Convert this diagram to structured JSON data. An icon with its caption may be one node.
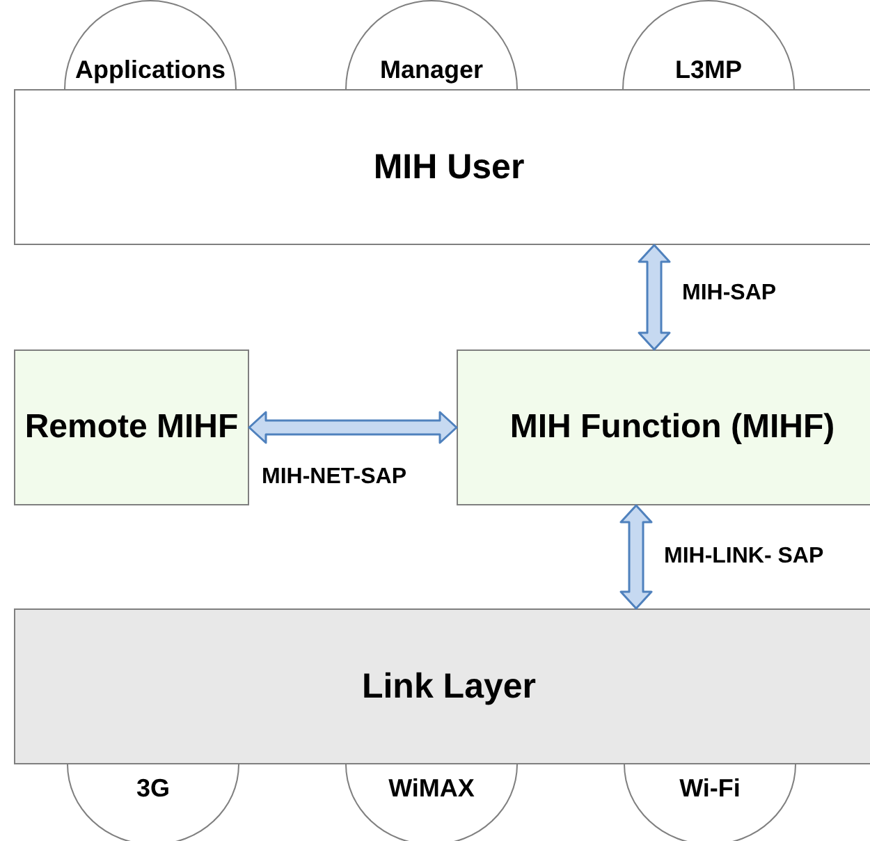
{
  "diagram": {
    "nodes": [
      {
        "text": [
          "MIH User"
        ]
      },
      {
        "text": [
          "Applications"
        ]
      },
      {
        "text": [
          "Manager"
        ]
      },
      {
        "text": [
          "L3MP"
        ]
      },
      {
        "text": [
          "Remote MIHF"
        ]
      },
      {
        "text": [
          "MIH Function (MIHF)"
        ]
      },
      {
        "text": [
          "Link Layer"
        ]
      },
      {
        "text": [
          "3G"
        ]
      },
      {
        "text": [
          "WiMAX"
        ]
      },
      {
        "text": [
          "Wi-Fi"
        ]
      }
    ],
    "edges": [
      {
        "from": 0,
        "to": 5,
        "arrow": "both",
        "label": "MIH-SAP"
      },
      {
        "from": 4,
        "to": 5,
        "arrow": "both",
        "label": "MIH-NET-SAP"
      },
      {
        "from": 5,
        "to": 6,
        "arrow": "both",
        "label": "MIH-LINK- SAP"
      }
    ]
  }
}
